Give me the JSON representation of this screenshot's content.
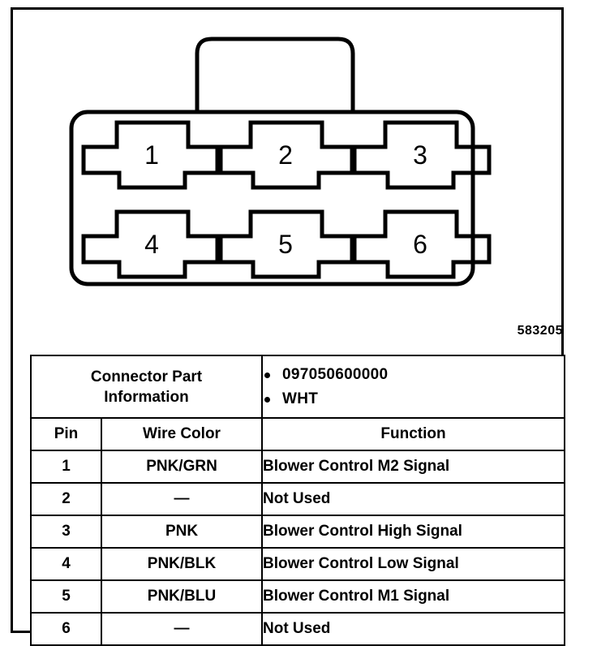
{
  "figure": {
    "id_label": "583205",
    "connector": {
      "latch_tab": "latch-tab",
      "body": "connector-body",
      "cavity_labels_row1": [
        "1",
        "2",
        "3"
      ],
      "cavity_labels_row2": [
        "4",
        "5",
        "6"
      ]
    }
  },
  "table": {
    "part_info": {
      "label_line1": "Connector Part",
      "label_line2": "Information",
      "values": [
        "097050600000",
        "WHT"
      ]
    },
    "columns": [
      "Pin",
      "Wire Color",
      "Function"
    ],
    "rows": [
      {
        "pin": "1",
        "wire_color": "PNK/GRN",
        "function": "Blower Control M2 Signal"
      },
      {
        "pin": "2",
        "wire_color": "—",
        "function": "Not Used"
      },
      {
        "pin": "3",
        "wire_color": "PNK",
        "function": "Blower Control High Signal"
      },
      {
        "pin": "4",
        "wire_color": "PNK/BLK",
        "function": "Blower Control Low Signal"
      },
      {
        "pin": "5",
        "wire_color": "PNK/BLU",
        "function": "Blower Control M1 Signal"
      },
      {
        "pin": "6",
        "wire_color": "—",
        "function": "Not Used"
      }
    ]
  },
  "colors": {
    "ink": "#000000",
    "paper": "#ffffff"
  }
}
